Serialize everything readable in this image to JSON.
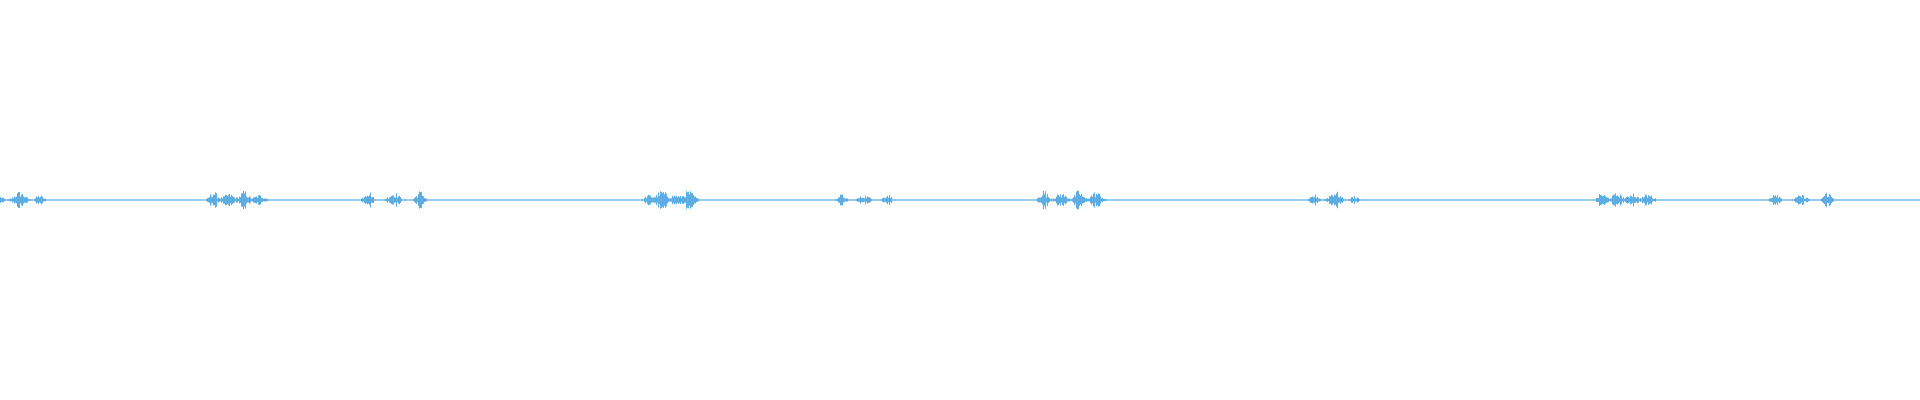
{
  "waveform": {
    "color": "#5dade2",
    "baseline_color": "#5dade2",
    "bursts": [
      {
        "position": 0.01,
        "peak": 0.45
      },
      {
        "position": 0.123,
        "peak": 0.5
      },
      {
        "position": 0.205,
        "peak": 0.55
      },
      {
        "position": 0.348,
        "peak": 0.5
      },
      {
        "position": 0.45,
        "peak": 0.35
      },
      {
        "position": 0.557,
        "peak": 0.55
      },
      {
        "position": 0.695,
        "peak": 0.48
      },
      {
        "position": 0.846,
        "peak": 0.45
      },
      {
        "position": 0.938,
        "peak": 0.45
      }
    ]
  }
}
